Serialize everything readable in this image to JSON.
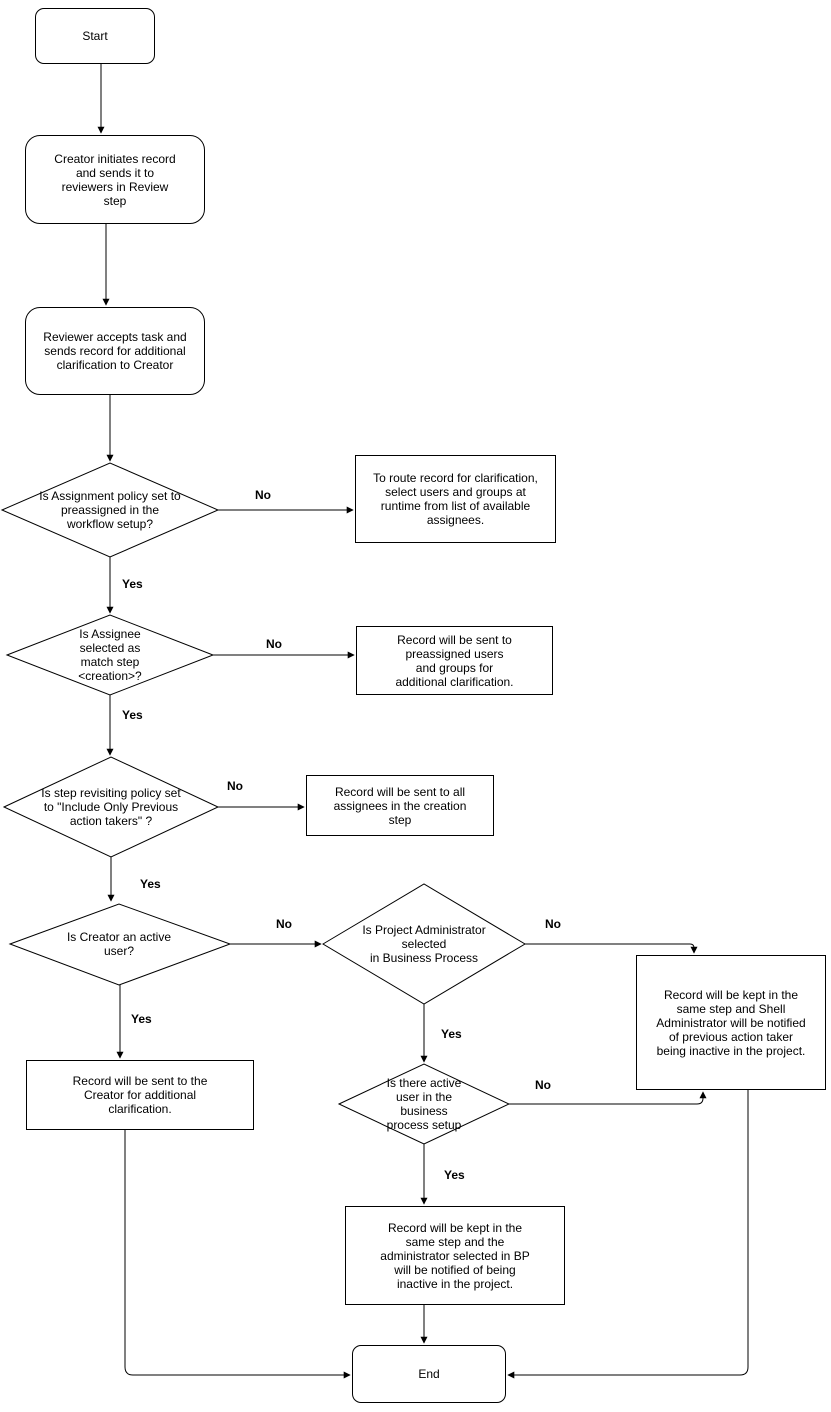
{
  "diagram": {
    "edge_labels": {
      "yes": "Yes",
      "no": "No"
    },
    "nodes": {
      "start": {
        "label": "Start"
      },
      "creator_initiates": {
        "label": "Creator initiates record\nand sends it to\nreviewers in Review\nstep"
      },
      "reviewer_accepts": {
        "label": "Reviewer accepts task and\nsends record for additional\nclarification to Creator"
      },
      "assignment_policy": {
        "label": "Is Assignment policy set to\npreassigned in the\nworkflow setup?"
      },
      "route_runtime": {
        "label": "To route record for clarification,\nselect users and groups at\nruntime from list of available\nassignees."
      },
      "assignee_match": {
        "label": "Is Assignee\nselected as\nmatch step\n<creation>?"
      },
      "preassigned_users": {
        "label": "Record will be sent to\npreassigned users\nand groups for\nadditional clarification."
      },
      "revisiting_policy": {
        "label": "Is step revisiting policy set\nto \"Include Only Previous\naction takers\" ?"
      },
      "all_assignees": {
        "label": "Record will be sent to all\nassignees in the creation\nstep"
      },
      "creator_active": {
        "label": "Is Creator an active\nuser?"
      },
      "project_admin": {
        "label": "Is Project Administrator\nselected\nin Business Process"
      },
      "sent_to_creator": {
        "label": "Record will be sent to the\nCreator for additional\nclarification."
      },
      "shell_admin": {
        "label": "Record will be kept in the\nsame step and Shell\nAdministrator will be notified\nof previous action taker\nbeing inactive in the project."
      },
      "active_user_bp": {
        "label": "Is there active\nuser in the\nbusiness\nprocess setup"
      },
      "bp_admin": {
        "label": "Record will be kept in the\nsame step and the\nadministrator selected in BP\nwill be notified of being\ninactive in the project."
      },
      "end": {
        "label": "End"
      }
    }
  }
}
